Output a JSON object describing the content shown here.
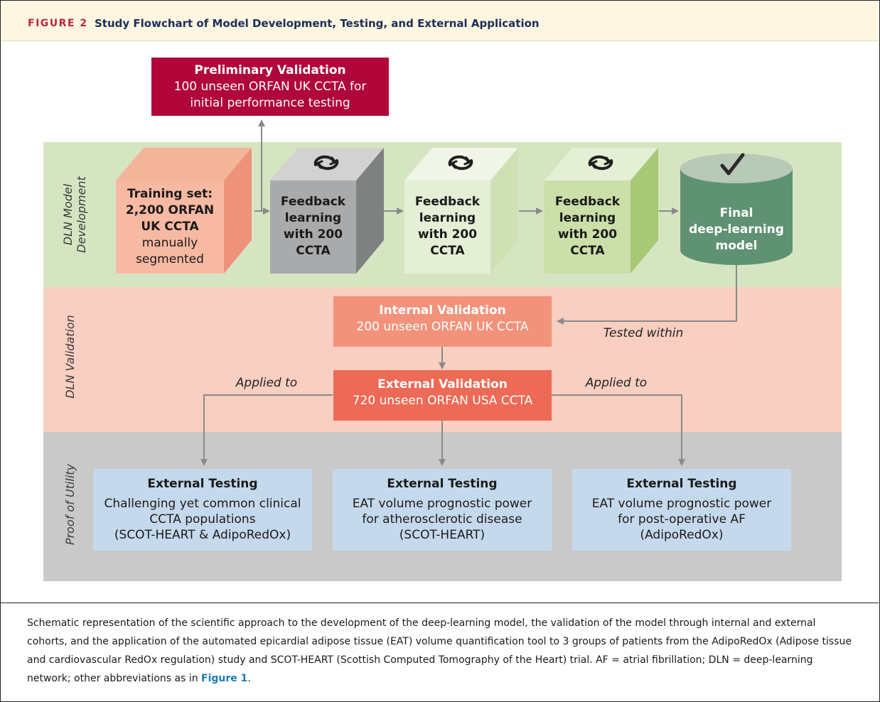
{
  "header": {
    "figure_label": "FIGURE 2",
    "title": "Study Flowchart of Model Development, Testing, and External Application"
  },
  "bands": {
    "development": "DLN Model Development",
    "validation": "DLN Validation",
    "utility": "Proof of Utility"
  },
  "preliminary": {
    "heading": "Preliminary Validation",
    "line1": "100 unseen ORFAN UK CCTA for",
    "line2": "initial performance testing"
  },
  "training": {
    "l1": "Training set:",
    "l2": "2,200 ORFAN",
    "l3": "UK CCTA",
    "l4": "manually",
    "l5": "segmented"
  },
  "feedback": [
    {
      "l1": "Feedback",
      "l2": "learning",
      "l3": "with 200",
      "l4": "CCTA"
    },
    {
      "l1": "Feedback",
      "l2": "learning",
      "l3": "with 200",
      "l4": "CCTA"
    },
    {
      "l1": "Feedback",
      "l2": "learning",
      "l3": "with 200",
      "l4": "CCTA"
    }
  ],
  "final_model": {
    "l1": "Final",
    "l2": "deep-learning",
    "l3": "model"
  },
  "internal": {
    "heading": "Internal Validation",
    "line1": "200 unseen ORFAN UK CCTA"
  },
  "external": {
    "heading": "External Validation",
    "line1": "720 unseen ORFAN USA CCTA"
  },
  "edge_labels": {
    "tested_within": "Tested within",
    "applied_left": "Applied to",
    "applied_right": "Applied to"
  },
  "testing": [
    {
      "heading": "External Testing",
      "l1": "Challenging yet common clinical",
      "l2": "CCTA populations",
      "l3": "(SCOT-HEART & AdipoRedOx)"
    },
    {
      "heading": "External Testing",
      "l1": "EAT volume prognostic power",
      "l2": "for atherosclerotic disease",
      "l3": "(SCOT-HEART)"
    },
    {
      "heading": "External Testing",
      "l1": "EAT volume prognostic power",
      "l2": "for post-operative AF",
      "l3": "(AdipoRedOx)"
    }
  ],
  "caption": {
    "text": "Schematic representation of the scientific approach to the development of the deep-learning model, the validation of the model through internal and external cohorts, and the application of the automated epicardial adipose tissue (EAT) volume quantification tool to 3 groups of patients from the AdipoRedOx (Adipose tissue and cardiovascular RedOx regulation) study and SCOT-HEART (Scottish Computed Tomography of the Heart) trial. AF = atrial fibrillation; DLN = deep-learning network; other abbreviations as in ",
    "link": "Figure 1",
    "end": "."
  },
  "colors": {
    "crimson": "#b0063a",
    "salmon": "#f08f79",
    "coral": "#ec6a56",
    "dark_green": "#5f9273",
    "light_blue": "#c5d9ec"
  }
}
